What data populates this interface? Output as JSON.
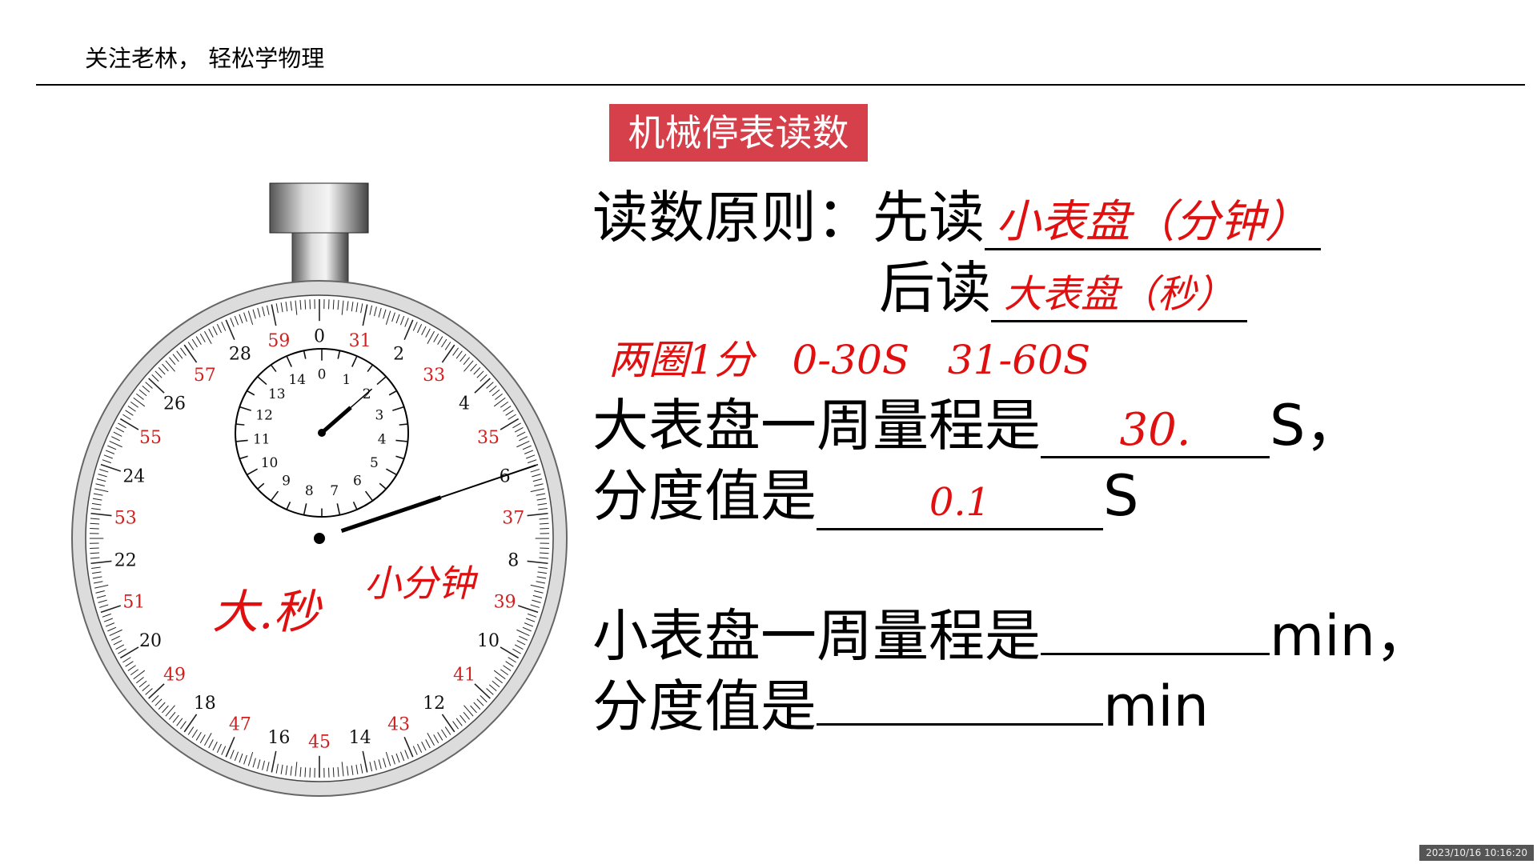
{
  "header": {
    "text": "关注老林， 轻松学物理"
  },
  "title": "机械停表读数",
  "principle": {
    "label": "读数原则：",
    "first_prefix": "先读",
    "first_answer": "小表盘（分钟）",
    "then_prefix": "后读",
    "then_answer": "大表盘（秒）",
    "note": "两圈1分   0-30S   31-60S"
  },
  "questions": [
    {
      "prompt": "大表盘一周量程是",
      "answer": "30.",
      "unit": "S，"
    },
    {
      "prompt": "分度值是",
      "answer": "0.1",
      "unit": "S"
    },
    {
      "prompt": "小表盘一周量程是",
      "answer": "",
      "unit": "min，"
    },
    {
      "prompt": "分度值是",
      "answer": "",
      "unit": "min"
    }
  ],
  "stopwatch": {
    "big_dial": {
      "black_labels": [
        "0",
        "2",
        "4",
        "6",
        "8",
        "10",
        "12",
        "14",
        "16",
        "18",
        "20",
        "22",
        "24",
        "26",
        "28"
      ],
      "red_labels": [
        "31",
        "33",
        "35",
        "37",
        "39",
        "41",
        "43",
        "45",
        "47",
        "49",
        "51",
        "53",
        "55",
        "57",
        "59"
      ],
      "second_hand_value": 6,
      "annotation": "大.秒"
    },
    "small_dial": {
      "labels": [
        "0",
        "1",
        "2",
        "3",
        "4",
        "5",
        "6",
        "7",
        "8",
        "9",
        "10",
        "11",
        "12",
        "13",
        "14"
      ],
      "minute_hand_value": 2,
      "annotation": "小分钟"
    },
    "colors": {
      "red_label": "#d02020",
      "ink": "#e01010"
    }
  },
  "timestamp": "2023/10/16 10:16:20"
}
